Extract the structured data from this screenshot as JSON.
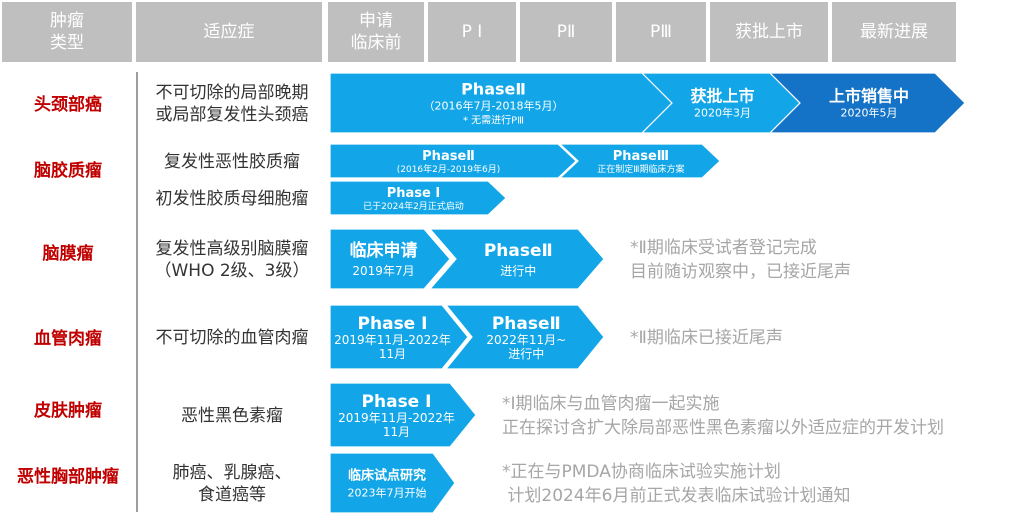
{
  "chart_data": {
    "type": "table",
    "header": [
      "肿瘤\n类型",
      "适应症",
      "申请\n临床前",
      "P Ⅰ",
      "PⅡ",
      "PⅢ",
      "获批上市",
      "最新进展"
    ],
    "rows": [
      {
        "tumor": "头颈部癌",
        "indications": [
          {
            "name": "不可切除的局部晚期\n或局部复发性头颈癌",
            "stages": [
              {
                "label": "PhaseⅡ",
                "sub": "（2016年7月-2018年5月）",
                "sub2": "* 无需进行PⅢ"
              },
              {
                "label": "获批上市",
                "sub": "2020年3月"
              },
              {
                "label": "上市销售中",
                "sub": "2020年5月"
              }
            ]
          }
        ]
      },
      {
        "tumor": "脑胶质瘤",
        "indications": [
          {
            "name": "复发性恶性胶质瘤",
            "stages": [
              {
                "label": "PhaseⅡ",
                "sub": "(2016年2月-2019年6月)"
              },
              {
                "label": "PhaseⅢ",
                "sub": "正在制定Ⅲ期临床方案"
              }
            ]
          },
          {
            "name": "初发性胶质母细胞瘤",
            "stages": [
              {
                "label": "Phase Ⅰ",
                "sub": "已于2024年2月正式启动"
              }
            ]
          }
        ]
      },
      {
        "tumor": "脑膜瘤",
        "indications": [
          {
            "name": "复发性高级别脑膜瘤\n（WHO 2级、3级）",
            "stages": [
              {
                "label": "临床申请",
                "sub": "2019年7月"
              },
              {
                "label": "PhaseⅡ",
                "sub": "进行中"
              }
            ],
            "note": "*Ⅱ期临床受试者登记完成\n目前随访观察中，已接近尾声"
          }
        ]
      },
      {
        "tumor": "血管肉瘤",
        "indications": [
          {
            "name": "不可切除的血管肉瘤",
            "stages": [
              {
                "label": "Phase Ⅰ",
                "sub": "2019年11月-2022年\n11月"
              },
              {
                "label": "PhaseⅡ",
                "sub": "2022年11月~\n进行中"
              }
            ],
            "note": "*Ⅱ期临床已接近尾声"
          }
        ]
      },
      {
        "tumor": "皮肤肿瘤",
        "indications": [
          {
            "name": "恶性黑色素瘤",
            "stages": [
              {
                "label": "Phase Ⅰ",
                "sub": "2019年11月-2022年\n11月"
              }
            ],
            "note": "*Ⅰ期临床与血管肉瘤一起实施\n正在探讨含扩大除局部恶性黑色素瘤以外适应症的开发计划"
          }
        ]
      },
      {
        "tumor": "恶性胸部肿瘤",
        "indications": [
          {
            "name": "肺癌、乳腺癌、\n食道癌等",
            "stages": [
              {
                "label": "临床试点研究",
                "sub": "2023年7月开始"
              }
            ],
            "note": "*正在与PMDA协商临床试验实施计划\n 计划2024年6月前正式发表临床试验计划通知"
          }
        ]
      }
    ],
    "colors": {
      "header_bg": "#bfbfbf",
      "header_text": "#ffffff",
      "arrow_light": "#12a6e8",
      "arrow_dark": "#1573c7",
      "tumor_text": "#c00000",
      "indication_text": "#333333",
      "note_text": "#a6a6a6",
      "divider": "#7f7f7f"
    }
  }
}
